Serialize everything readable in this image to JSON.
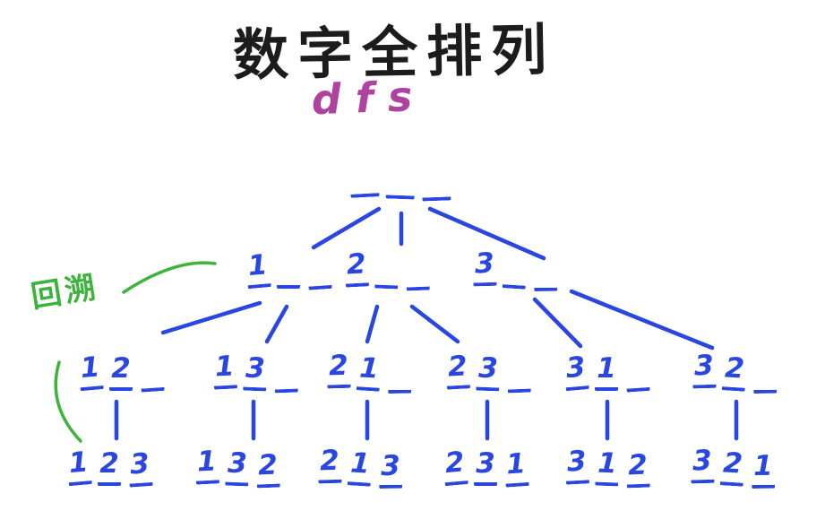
{
  "title": "数字全排列",
  "subtitle": "dfs",
  "annotation": "回溯",
  "colors": {
    "tree_blue": "#2946e0",
    "title_black": "#1c1c1c",
    "dfs_purple": "#b0429f",
    "backtrack_green": "#3cb43c"
  },
  "tree": {
    "root": [
      "",
      "",
      ""
    ],
    "level1": [
      [
        "1",
        "",
        ""
      ],
      [
        "2",
        "",
        ""
      ],
      [
        "3",
        "",
        ""
      ]
    ],
    "level2": [
      [
        "1",
        "2",
        ""
      ],
      [
        "1",
        "3",
        ""
      ],
      [
        "2",
        "1",
        ""
      ],
      [
        "2",
        "3",
        ""
      ],
      [
        "3",
        "1",
        ""
      ],
      [
        "3",
        "2",
        ""
      ]
    ],
    "level3": [
      [
        "1",
        "2",
        "3"
      ],
      [
        "1",
        "3",
        "2"
      ],
      [
        "2",
        "1",
        "3"
      ],
      [
        "2",
        "3",
        "1"
      ],
      [
        "3",
        "1",
        "2"
      ],
      [
        "3",
        "2",
        "1"
      ]
    ]
  }
}
